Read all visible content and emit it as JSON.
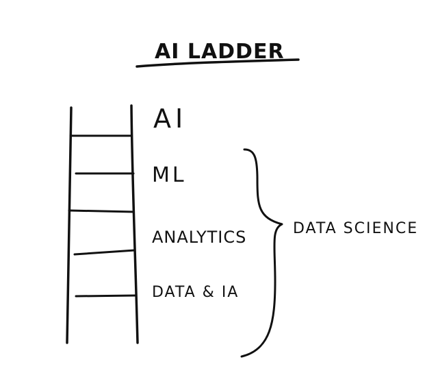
{
  "diagram": {
    "title": "AI LADDER",
    "rungs": [
      {
        "label": "AI"
      },
      {
        "label": "ML"
      },
      {
        "label": "ANALYTICS"
      },
      {
        "label": "DATA & IA"
      }
    ],
    "bracket_label": "DATA SCIENCE",
    "ink_color": "#111111",
    "background": "#ffffff"
  }
}
